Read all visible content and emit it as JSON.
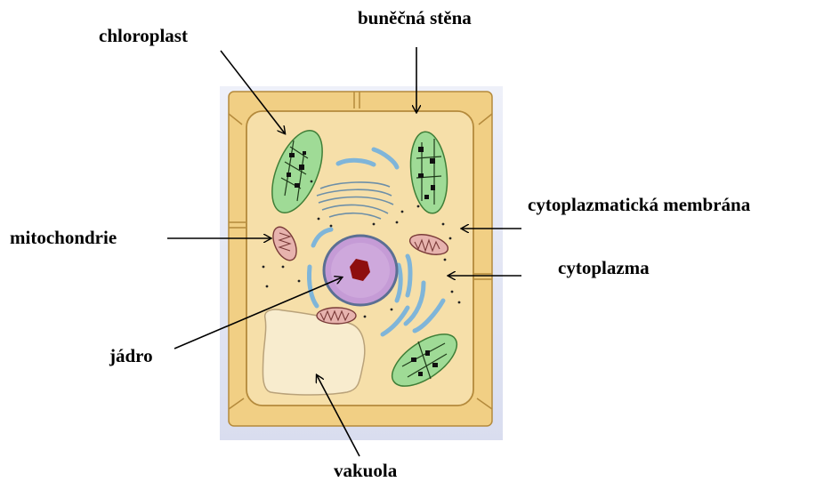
{
  "labels": {
    "chloroplast": "chloroplast",
    "cell_wall": "buněčná stěna",
    "plasma_membrane": "cytoplazmatická membrána",
    "mitochondria": "mitochondrie",
    "cytoplasm": "cytoplazma",
    "nucleus": "jádro",
    "vacuole": "vakuola"
  },
  "colors": {
    "background_panel": "#e3e6f4",
    "cell_wall": "#f1cf84",
    "cell_wall_outline": "#b48a3c",
    "cytoplasm": "#f6dfa9",
    "vacuole": "#f8ecce",
    "chloroplast": "#9fdb96",
    "nucleus": "#c59bd6",
    "nucleolus": "#8e0e0e",
    "mitochondria": "#e7b3ae",
    "er": "#7fb5d9",
    "arrow": "#000000"
  }
}
